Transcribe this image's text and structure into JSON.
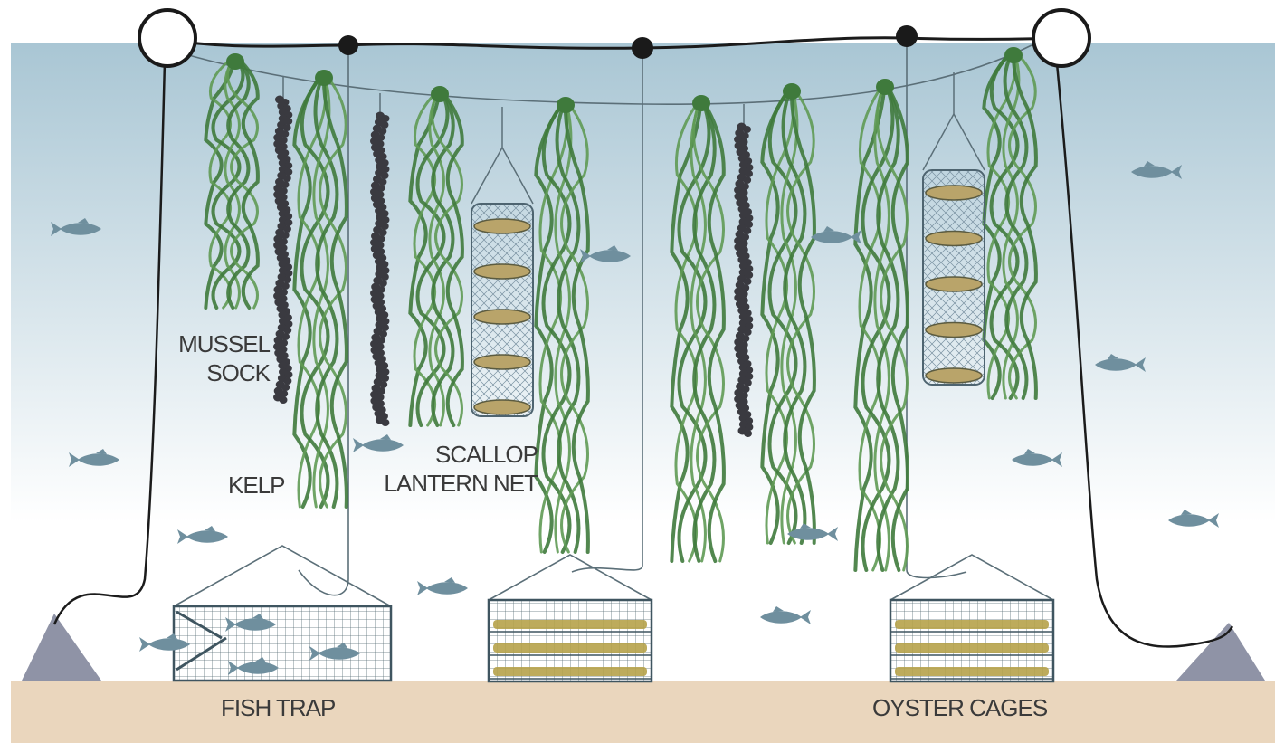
{
  "labels": {
    "mussel_sock": [
      "MUSSEL",
      "SOCK"
    ],
    "kelp": "KELP",
    "scallop_lantern_net": [
      "SCALLOP",
      "LANTERN NET"
    ],
    "fish_trap": "FISH TRAP",
    "oyster_cages": "OYSTER CAGES"
  },
  "colors": {
    "water_top": "#a9c6d4",
    "water_bottom": "#ffffff",
    "seabed": "#ead6bd",
    "kelp": "#5f9a54",
    "kelp_dark": "#3f7a3c",
    "mussel": "#3a3a40",
    "fish": "#6f8f9e",
    "line": "#1b1b1b",
    "anchor": "#8f93a6",
    "oyster": "#b6a24a"
  },
  "icons": [
    "buoy-icon",
    "float-icon",
    "fish-icon",
    "anchor-icon"
  ]
}
